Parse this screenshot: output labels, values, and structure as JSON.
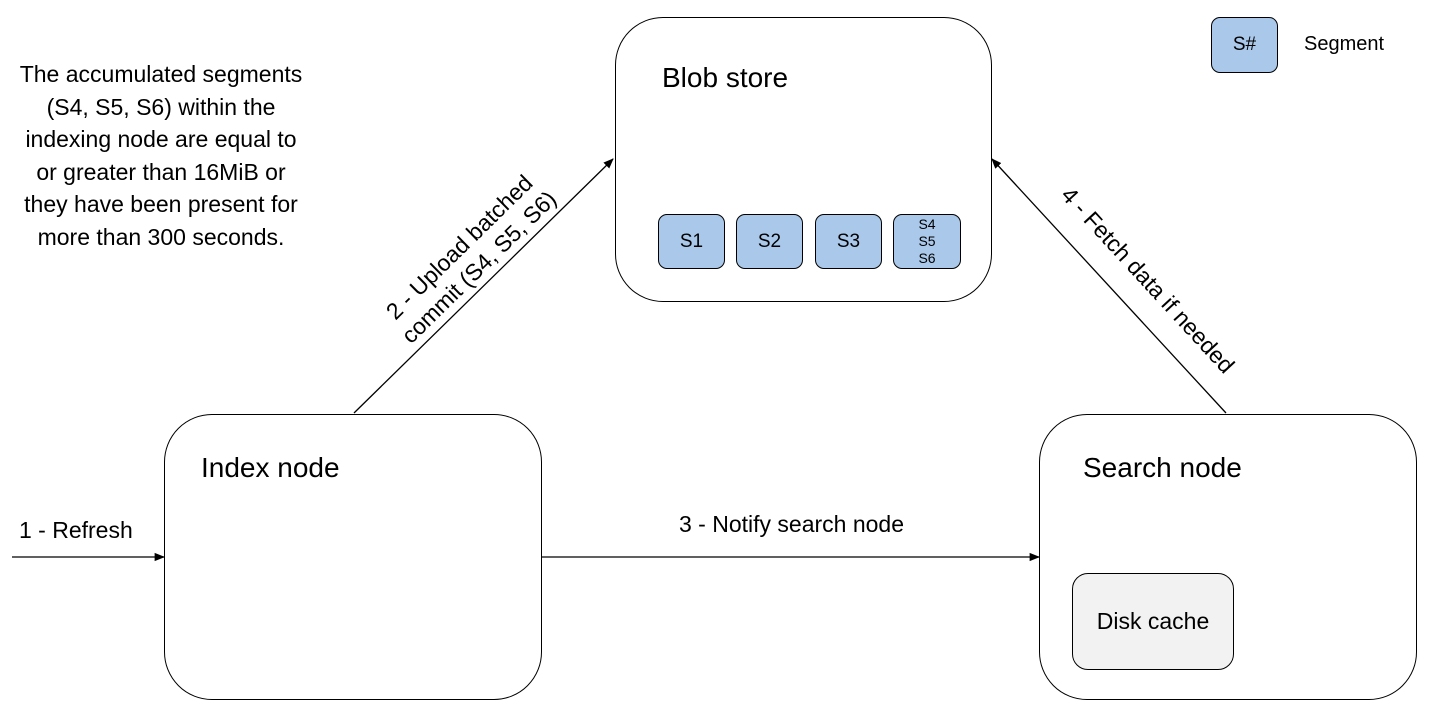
{
  "legend": {
    "swatch_label": "S#",
    "text": "Segment",
    "segment_color": "#a9c8ea"
  },
  "nodes": {
    "blob_store": {
      "title": "Blob store",
      "segments": [
        "S1",
        "S2",
        "S3"
      ],
      "batched_segment": [
        "S4",
        "S5",
        "S6"
      ]
    },
    "index_node": {
      "title": "Index node"
    },
    "search_node": {
      "title": "Search node",
      "cache": "Disk cache",
      "cache_color": "#f2f2f2"
    }
  },
  "note": "The accumulated segments (S4, S5, S6) within the indexing node are equal to or greater than 16MiB or they have been present for more than 300 seconds.",
  "arrows": {
    "refresh": "1 - Refresh",
    "upload": [
      "2 - Upload batched",
      "commit (S4, S5, S6)"
    ],
    "notify": "3 - Notify search node",
    "fetch": "4 - Fetch data if needed"
  }
}
